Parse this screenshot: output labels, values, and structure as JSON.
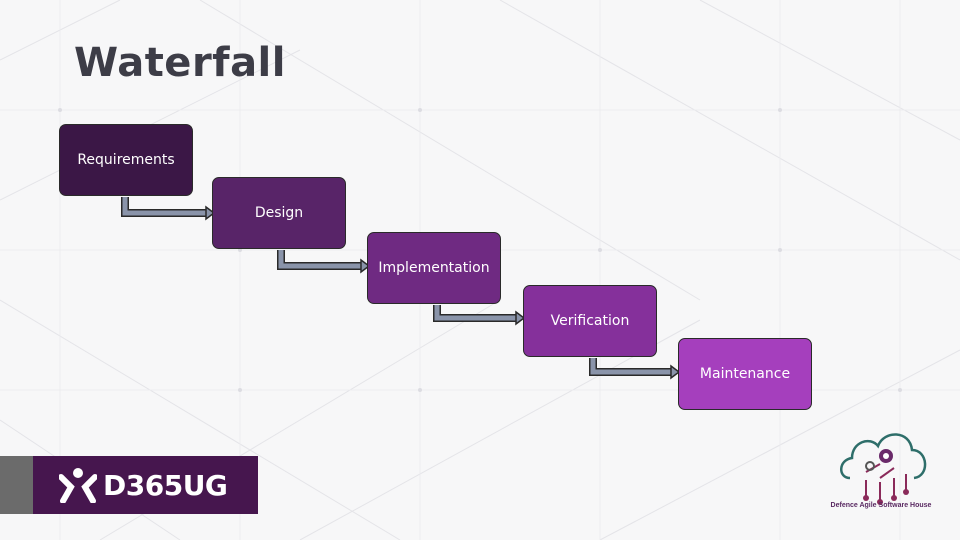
{
  "slide": {
    "title": "Waterfall"
  },
  "steps": [
    {
      "label": "Requirements",
      "color": "#3b1746"
    },
    {
      "label": "Design",
      "color": "#582468"
    },
    {
      "label": "Implementation",
      "color": "#6f2a82"
    },
    {
      "label": "Verification",
      "color": "#85309b"
    },
    {
      "label": "Maintenance",
      "color": "#a53fbd"
    }
  ],
  "branding": {
    "left_logo_text": "D365UG",
    "right_logo_caption": "Defence Agile Software House",
    "left_logo_icon": "person-figure-icon",
    "right_logo_icon": "cloud-gear-icon"
  },
  "colors": {
    "background": "#f7f7f8",
    "title": "#3d3d47",
    "arrow_fill": "#8a94aa",
    "arrow_outline": "#2a2a2a",
    "logo_bar_purple": "#46164e",
    "logo_bar_grey": "#6b6b6b"
  }
}
